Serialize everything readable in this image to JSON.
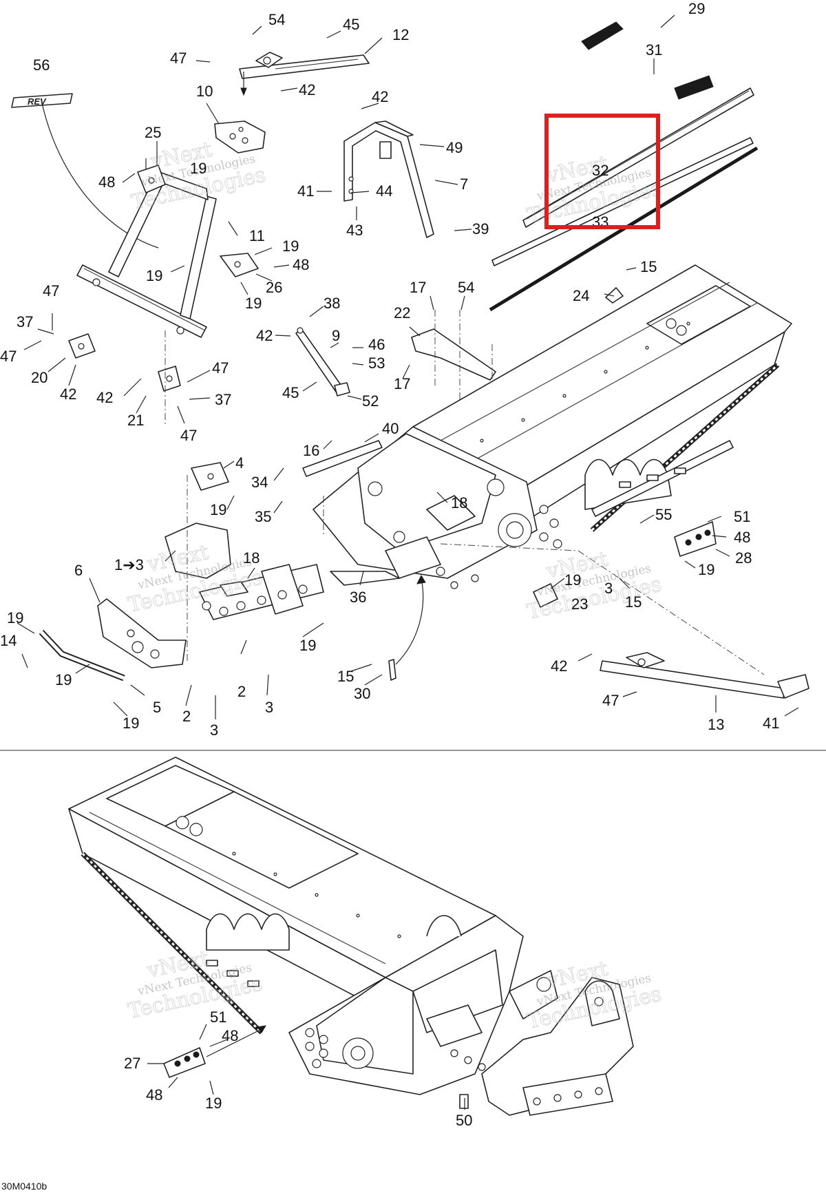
{
  "diagram": {
    "reference_code": "30M0410b",
    "watermark": {
      "line1": "vNext",
      "line2": "vNext Technologies",
      "line3": "Technologies"
    },
    "callouts": {
      "c56": "56",
      "c54a": "54",
      "c45a": "45",
      "c12": "12",
      "c47a": "47",
      "c42a": "42",
      "c10": "10",
      "c29": "29",
      "c31": "31",
      "c42b": "42",
      "c49": "49",
      "c7": "7",
      "c41a": "41",
      "c44": "44",
      "c43": "43",
      "c39": "39",
      "c32": "32",
      "c33": "33",
      "c25": "25",
      "c48a": "48",
      "c19a": "19",
      "c11": "11",
      "c19b": "19",
      "c48b": "48",
      "c19c": "19",
      "c26": "26",
      "c19d": "19",
      "c15a": "15",
      "c24": "24",
      "c47b": "47",
      "c37a": "37",
      "c47c": "47",
      "c20": "20",
      "c42c": "42",
      "c38": "38",
      "c42d": "42",
      "c9": "9",
      "c46": "46",
      "c53": "53",
      "c45b": "45",
      "c52": "52",
      "c17a": "17",
      "c54b": "54",
      "c22": "22",
      "c17b": "17",
      "c47d": "47",
      "c42e": "42",
      "c37b": "37",
      "c21": "21",
      "c47e": "47",
      "c40": "40",
      "c16": "16",
      "c4": "4",
      "c34": "34",
      "c19e": "19",
      "c35": "35",
      "c18a": "18",
      "c55": "55",
      "c51a": "51",
      "c48c": "48",
      "c28": "28",
      "c19f": "19",
      "c1to3": "1➔3",
      "c18b": "18",
      "c6": "6",
      "c36": "36",
      "c19g": "19",
      "c3a": "3",
      "c23": "23",
      "c15b": "15",
      "c19h": "19",
      "c14": "14",
      "c19i": "19",
      "c19j": "19",
      "c2a": "2",
      "c3b": "3",
      "c5": "5",
      "c19k": "19",
      "c2b": "2",
      "c3c": "3",
      "c15c": "15",
      "c30": "30",
      "c42f": "42",
      "c47f": "47",
      "c13": "13",
      "c41b": "41",
      "c51b": "51",
      "c48d": "48",
      "c27": "27",
      "c48e": "48",
      "c19l": "19",
      "c50": "50"
    }
  }
}
